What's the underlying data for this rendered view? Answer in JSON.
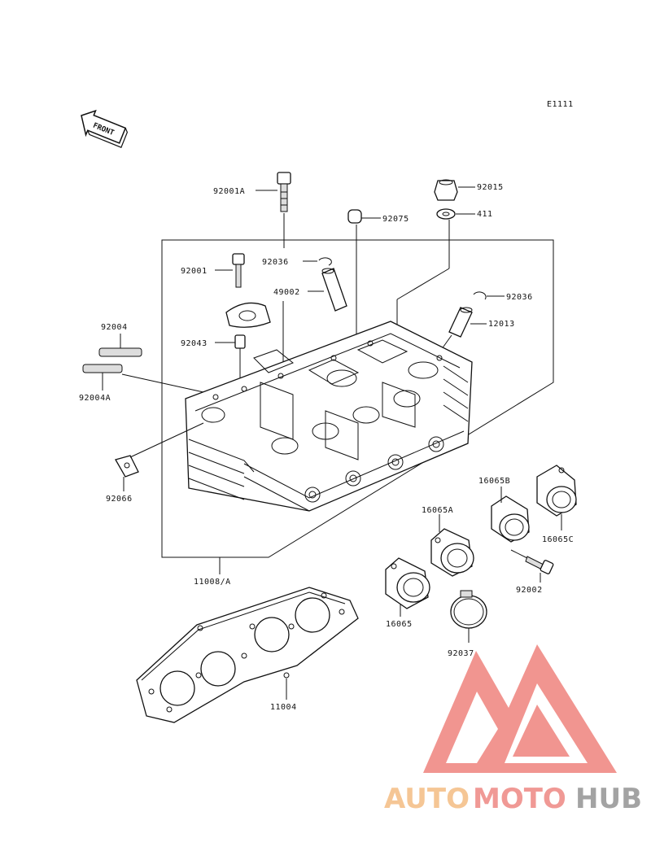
{
  "diagram": {
    "ref_code": "E1111",
    "front_label": "FRONT",
    "part_labels": {
      "p92001A": "92001A",
      "p92015": "92015",
      "p92075": "92075",
      "p411": "411",
      "p92036a": "92036",
      "p92001": "92001",
      "p49002": "49002",
      "p92036b": "92036",
      "p12013": "12013",
      "p92004": "92004",
      "p92043": "92043",
      "p92004A": "92004A",
      "p92066": "92066",
      "p16065B": "16065B",
      "p16065A": "16065A",
      "p16065C": "16065C",
      "p11008A": "11008/A",
      "p92002": "92002",
      "p16065": "16065",
      "p92037": "92037",
      "p11004": "11004"
    }
  },
  "watermark": {
    "part1": "AUTO",
    "part2": "MOTO",
    "part3": "HUB",
    "colors": {
      "auto": "#f5c08a",
      "moto": "#ef8f8a",
      "hub": "#9a9a9a",
      "logo": "#f08a84"
    }
  }
}
